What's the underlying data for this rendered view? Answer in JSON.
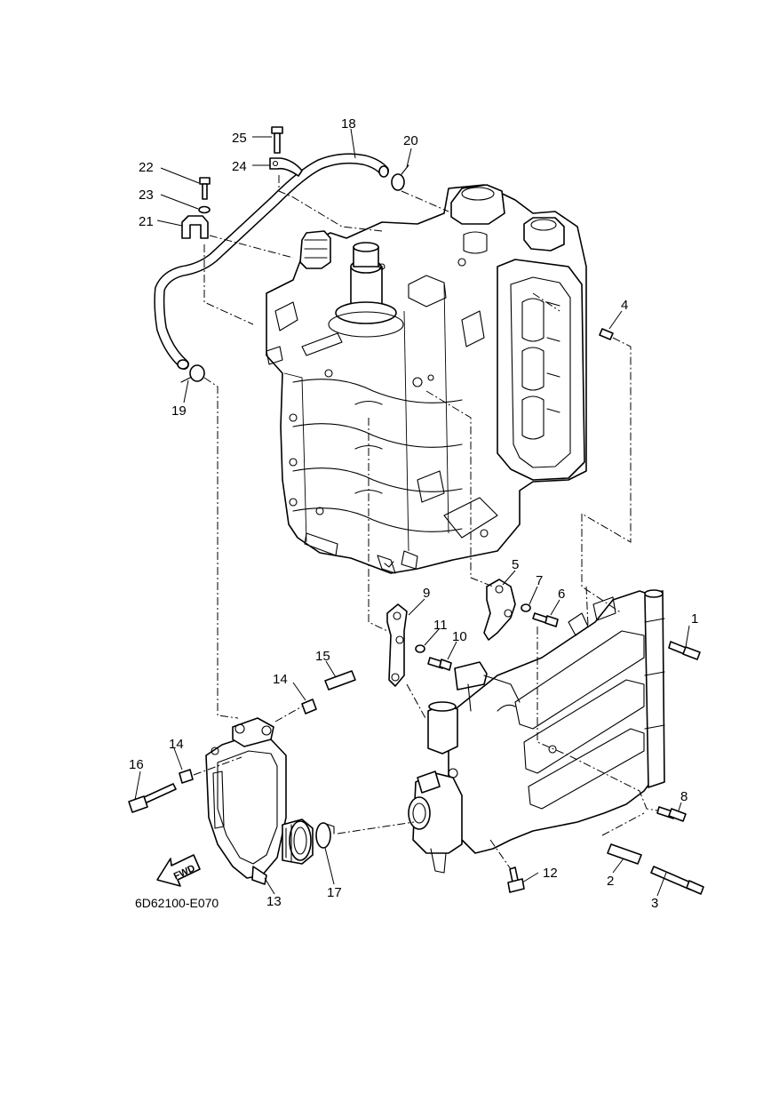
{
  "diagram_code": "6D62100-E070",
  "fwd_label": "FWD",
  "callouts": {
    "c1": "1",
    "c2": "2",
    "c3": "3",
    "c4": "4",
    "c5": "5",
    "c6": "6",
    "c7": "7",
    "c8": "8",
    "c9": "9",
    "c10": "10",
    "c11": "11",
    "c12": "12",
    "c13": "13",
    "c14a": "14",
    "c14b": "14",
    "c15": "15",
    "c16": "16",
    "c17": "17",
    "c18": "18",
    "c19": "19",
    "c20": "20",
    "c21": "21",
    "c22": "22",
    "c23": "23",
    "c24": "24",
    "c25": "25"
  }
}
